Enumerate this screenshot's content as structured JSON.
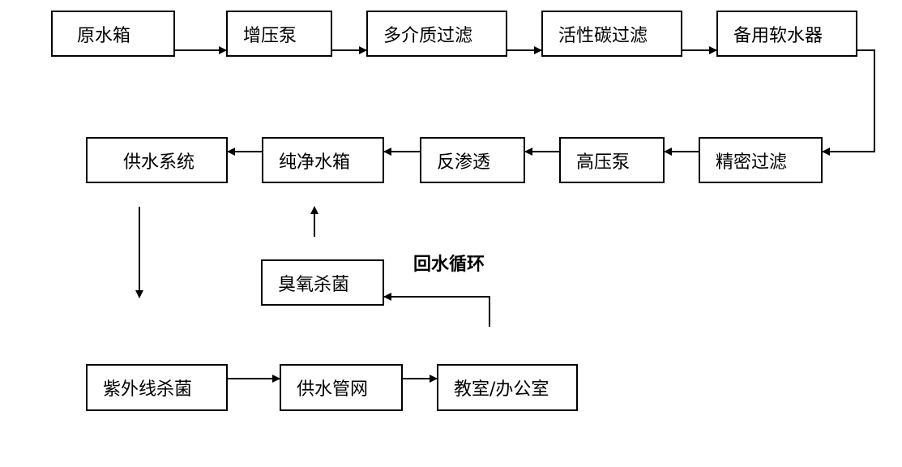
{
  "nodes": {
    "raw_tank": "原水箱",
    "booster_pump": "增压泵",
    "multimedia_filter": "多介质过滤",
    "carbon_filter": "活性碳过滤",
    "softener": "备用软水器",
    "precision_filter": "精密过滤",
    "high_pressure_pump": "高压泵",
    "reverse_osmosis": "反渗透",
    "pure_water_tank": "纯净水箱",
    "supply_system": "供水系统",
    "ozone_sterilization": "臭氧杀菌",
    "uv_sterilization": "紫外线杀菌",
    "supply_network": "供水管网",
    "classroom_office": "教室/办公室"
  },
  "labels": {
    "return_loop": "回水循环"
  },
  "colors": {
    "line": "#000000",
    "box_border": "#000000",
    "background": "#ffffff"
  }
}
